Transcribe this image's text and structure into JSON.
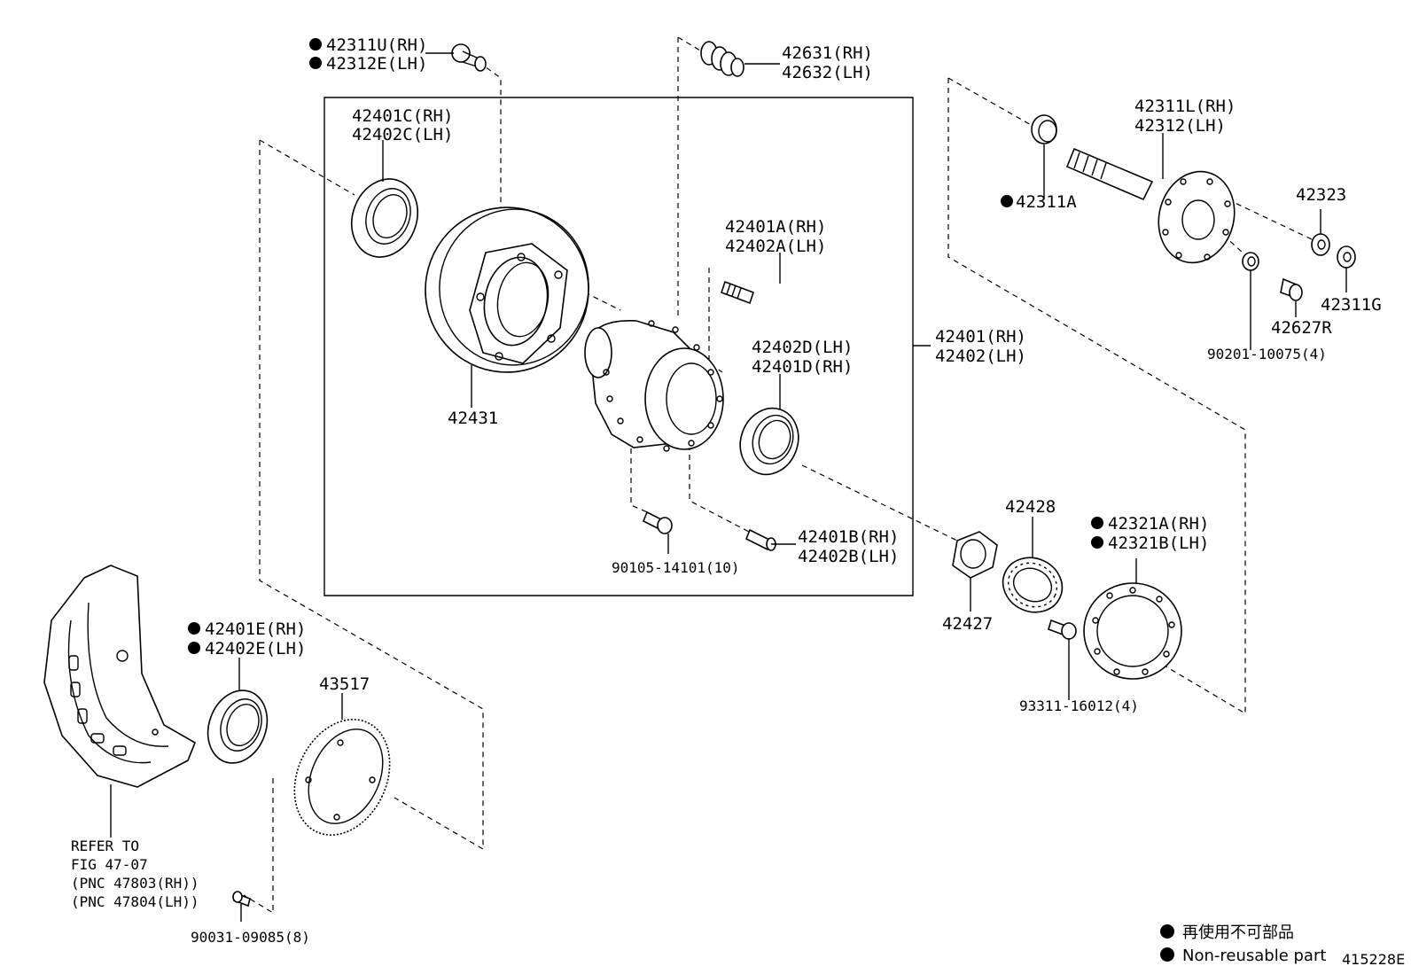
{
  "diagram": {
    "labels": {
      "p42311U": "42311U(RH)",
      "p42312E": "42312E(LH)",
      "p42631": "42631(RH)",
      "p42632": "42632(LH)",
      "p42401C": "42401C(RH)",
      "p42402C": "42402C(LH)",
      "p42431": "42431",
      "p42401A": "42401A(RH)",
      "p42402A": "42402A(LH)",
      "p42402D": "42402D(LH)",
      "p42401D": "42401D(RH)",
      "p42401": "42401(RH)",
      "p42402": "42402(LH)",
      "p90105": "90105-14101(10)",
      "p42401B": "42401B(RH)",
      "p42402B": "42402B(LH)",
      "p42311L": "42311L(RH)",
      "p42312": "42312(LH)",
      "p42311A": "42311A",
      "p42323": "42323",
      "p42311G": "42311G",
      "p42627R": "42627R",
      "p90201": "90201-10075(4)",
      "p42428": "42428",
      "p42321A": "42321A(RH)",
      "p42321B": "42321B(LH)",
      "p42427": "42427",
      "p93311": "93311-16012(4)",
      "p42401E": "42401E(RH)",
      "p42402E": "42402E(LH)",
      "p43517": "43517",
      "p90031": "90031-09085(8)",
      "refer1": "REFER TO",
      "refer2": "FIG 47-07",
      "refer3": "(PNC 47803(RH))",
      "refer4": "(PNC 47804(LH))"
    },
    "legend": {
      "jp": "再使用不可部品",
      "en": "Non-reusable part"
    },
    "code": "415228E"
  }
}
